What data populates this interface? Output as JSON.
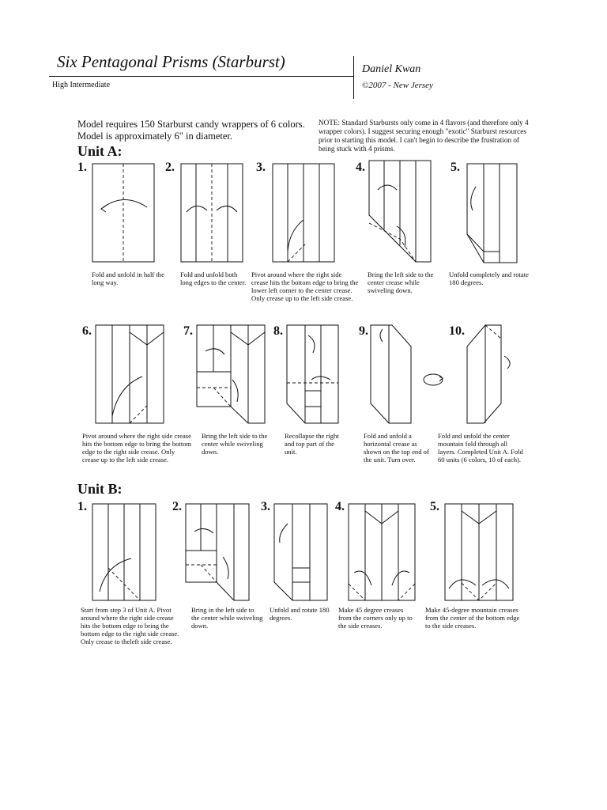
{
  "header": {
    "title": "Six Pentagonal Prisms (Starburst)",
    "level": "High Intermediate",
    "author": "Daniel Kwan",
    "year": "©2007 - New Jersey"
  },
  "intro": {
    "requirements": "Model requires 150 Starburst candy wrappers of 6 colors. Model is approximately 6\" in diameter.",
    "note": "NOTE: Standard Starbursts only come in 4 flavors (and therefore only 4 wrapper colors). I suggest securing enough \"exotic\" Starburst resources prior to starting this model. I can't begin to describe the frustration of being stuck with 4 prisms."
  },
  "unit_a": {
    "heading": "Unit A:",
    "steps": [
      {
        "num": "1.",
        "caption": "Fold and unfold in half the long way."
      },
      {
        "num": "2.",
        "caption": "Fold and unfold both long edges to the center."
      },
      {
        "num": "3.",
        "caption": "Pivot around where the right side crease hits the bottom edge to bring the lower left corner to the center crease. Only crease up to the left side crease."
      },
      {
        "num": "4.",
        "caption": "Bring the left side to the center crease while swiveling down."
      },
      {
        "num": "5.",
        "caption": "Unfold completely and rotate 180 degrees."
      },
      {
        "num": "6.",
        "caption": "Pivot around where the right side crease hits the bottom edge to bring the bottom edge to the right side crease. Only crease up to the left side crease."
      },
      {
        "num": "7.",
        "caption": "Bring the left side to the center while swiveling down."
      },
      {
        "num": "8.",
        "caption": "Recollapse the right and top part of the unit."
      },
      {
        "num": "9.",
        "caption": "Fold and unfold a horizontal crease as shown on the top end of the unit. Turn over."
      },
      {
        "num": "10.",
        "caption": "Fold and unfold the center mountain fold through all layers. Completed Unit A. Fold 60 units (6 colors, 10 of each)."
      }
    ]
  },
  "unit_b": {
    "heading": "Unit B:",
    "steps": [
      {
        "num": "1.",
        "caption": "Start from step 3 of Unit A. Pivot around where the right side crease hits the bottom edge to bring the bottom edge to the right side crease. Only crease to theleft side crease."
      },
      {
        "num": "2.",
        "caption": "Bring in the left side to the center while swiveling down."
      },
      {
        "num": "3.",
        "caption": "Unfold and rotate 180 degrees."
      },
      {
        "num": "4.",
        "caption": "Make 45 degree creases from the corners only up to the side creases."
      },
      {
        "num": "5.",
        "caption": "Make 45-degree mountain creases from the center of the bottom edge to the side creases."
      }
    ]
  }
}
